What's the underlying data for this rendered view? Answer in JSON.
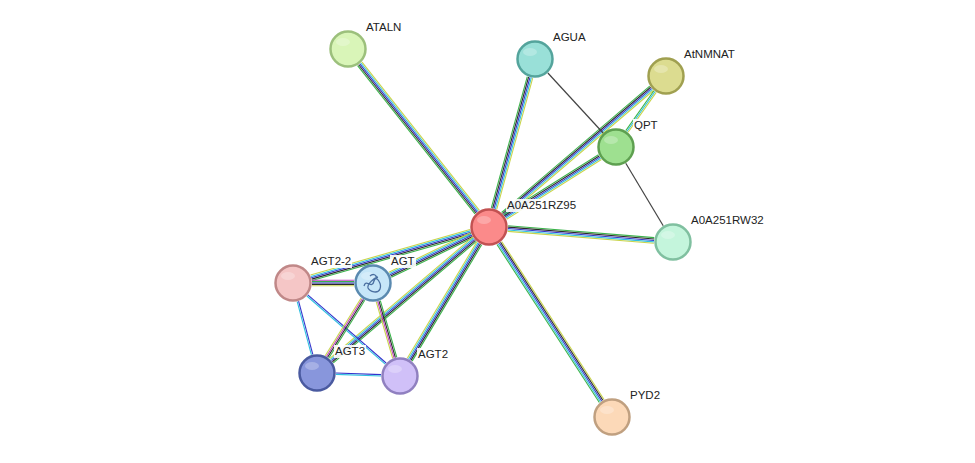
{
  "diagram": {
    "nodes": [
      {
        "text": [
          "ATALN"
        ]
      },
      {
        "text": [
          "AGUA"
        ]
      },
      {
        "text": [
          "AtNMNAT"
        ]
      },
      {
        "text": [
          "QPT"
        ]
      },
      {
        "text": [
          "A0A251RZ95"
        ]
      },
      {
        "text": [
          "A0A251RW32"
        ]
      },
      {
        "text": [
          "AGT2-2"
        ]
      },
      {
        "text": [
          "AGT"
        ]
      },
      {
        "text": [
          "AGT3"
        ]
      },
      {
        "text": [
          "AGT2"
        ]
      },
      {
        "text": [
          "PYD2"
        ]
      }
    ],
    "edges": [
      {
        "from": 4,
        "to": 0,
        "arrow": "none"
      },
      {
        "from": 4,
        "to": 1,
        "arrow": "none"
      },
      {
        "from": 4,
        "to": 2,
        "arrow": "none"
      },
      {
        "from": 4,
        "to": 3,
        "arrow": "none"
      },
      {
        "from": 4,
        "to": 5,
        "arrow": "none"
      },
      {
        "from": 4,
        "to": 6,
        "arrow": "none"
      },
      {
        "from": 4,
        "to": 7,
        "arrow": "none"
      },
      {
        "from": 4,
        "to": 8,
        "arrow": "none"
      },
      {
        "from": 4,
        "to": 9,
        "arrow": "none"
      },
      {
        "from": 4,
        "to": 10,
        "arrow": "none"
      },
      {
        "from": 3,
        "to": 2,
        "arrow": "none"
      },
      {
        "from": 1,
        "to": 3,
        "arrow": "none"
      },
      {
        "from": 3,
        "to": 5,
        "arrow": "none"
      },
      {
        "from": 6,
        "to": 7,
        "arrow": "none"
      },
      {
        "from": 6,
        "to": 8,
        "arrow": "none"
      },
      {
        "from": 6,
        "to": 9,
        "arrow": "none"
      },
      {
        "from": 7,
        "to": 8,
        "arrow": "none"
      },
      {
        "from": 7,
        "to": 9,
        "arrow": "none"
      },
      {
        "from": 8,
        "to": 9,
        "arrow": "none"
      }
    ]
  }
}
